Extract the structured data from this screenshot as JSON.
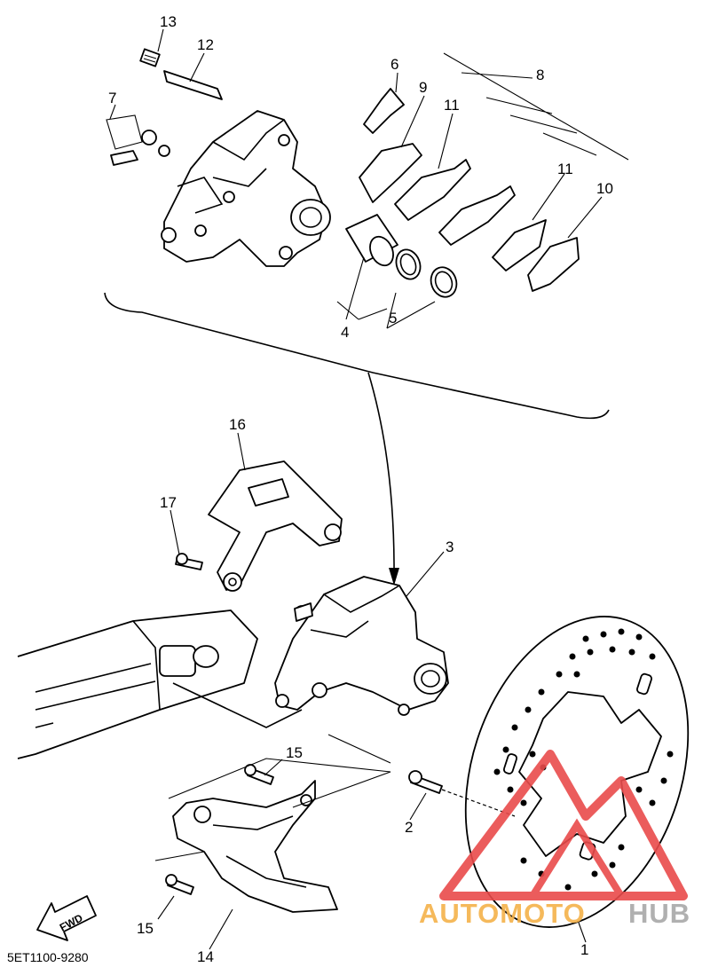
{
  "callouts": [
    "13",
    "12",
    "7",
    "6",
    "9",
    "11",
    "8",
    "11",
    "10",
    "4",
    "5",
    "16",
    "17",
    "3",
    "15",
    "2",
    "15",
    "14",
    "1"
  ],
  "diagram_code": "5ET1100-9280",
  "fwd_label": "FWD",
  "watermark": {
    "left": "AUTOMOTO",
    "right": "HUB",
    "left_color": "#f5b24a",
    "right_color": "#a8a8a8",
    "triangle_color": "#e94b4b"
  }
}
